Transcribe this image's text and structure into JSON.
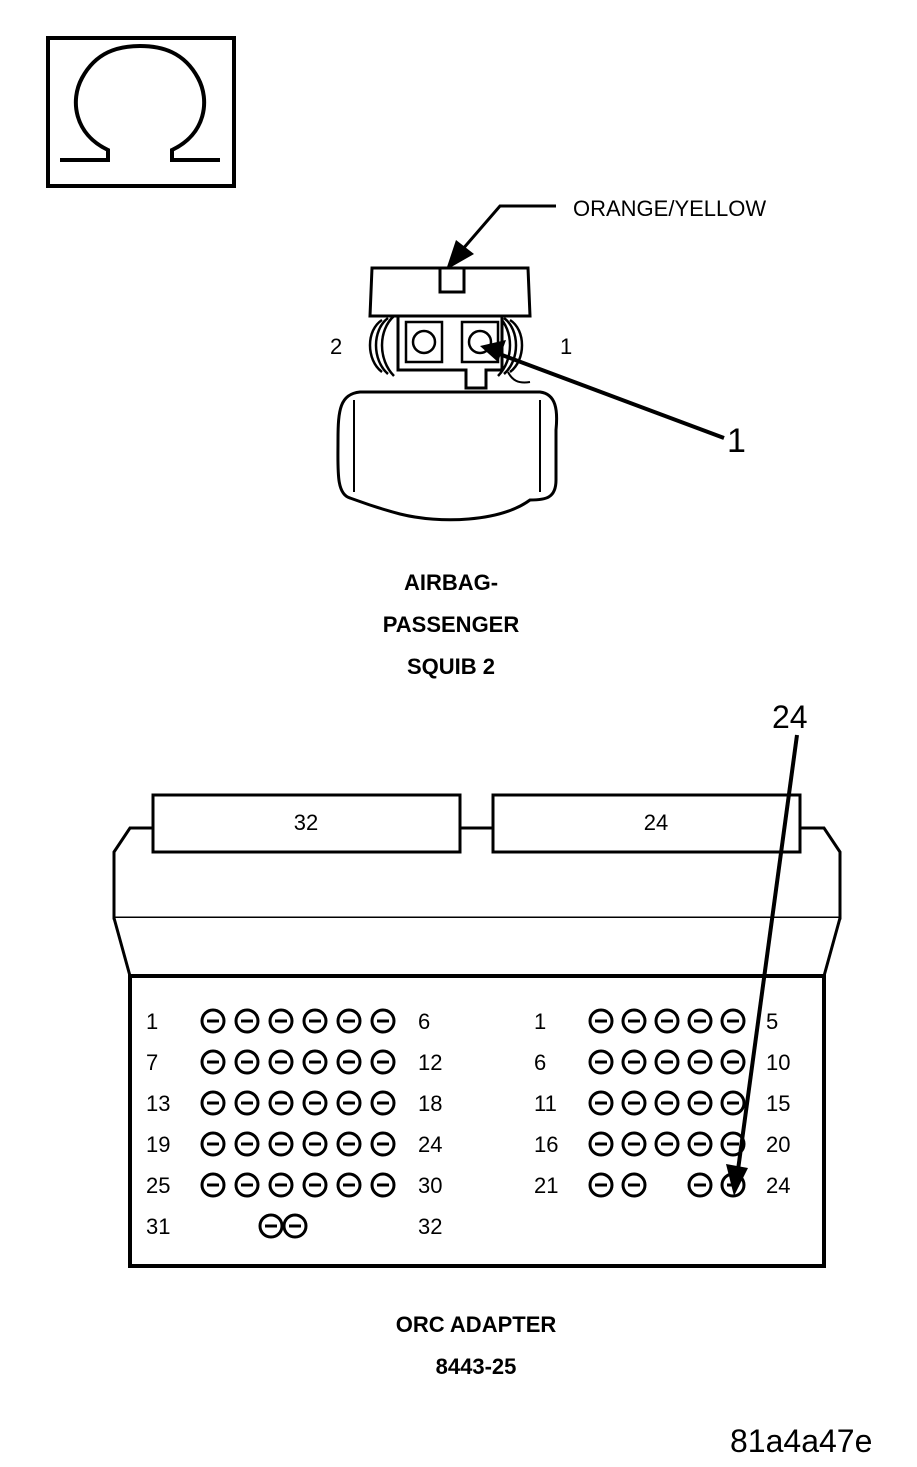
{
  "symbol": {
    "name": "ohm-symbol",
    "glyph": "Ω"
  },
  "squib_connector": {
    "wire_color_callout": "ORANGE/YELLOW",
    "pin_left_label": "2",
    "pin_right_label": "1",
    "callout_number": "1",
    "title_lines": [
      "AIRBAG-",
      "PASSENGER",
      "SQUIB 2"
    ]
  },
  "orc_adapter": {
    "connector_32_label": "32",
    "connector_24_label": "24",
    "callout_number": "24",
    "title_lines": [
      "ORC ADAPTER",
      "8443-25"
    ],
    "left_block": {
      "rows": [
        {
          "start": "1",
          "end": "6",
          "pins": 6
        },
        {
          "start": "7",
          "end": "12",
          "pins": 6
        },
        {
          "start": "13",
          "end": "18",
          "pins": 6
        },
        {
          "start": "19",
          "end": "24",
          "pins": 6
        },
        {
          "start": "25",
          "end": "30",
          "pins": 6
        },
        {
          "start": "31",
          "end": "32",
          "pins": 2
        }
      ]
    },
    "right_block": {
      "rows": [
        {
          "start": "1",
          "end": "5",
          "pins": 5
        },
        {
          "start": "6",
          "end": "10",
          "pins": 5
        },
        {
          "start": "11",
          "end": "15",
          "pins": 5
        },
        {
          "start": "16",
          "end": "20",
          "pins": 5
        },
        {
          "start": "21",
          "end": "24",
          "pins": 4
        }
      ]
    }
  },
  "figure_id": "81a4a47e"
}
